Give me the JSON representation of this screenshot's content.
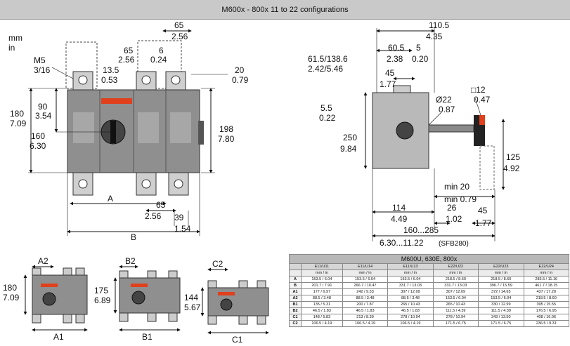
{
  "header": {
    "title": "M600x - 800x 11 to 22 configurations"
  },
  "units": {
    "mm": "mm",
    "in": "in"
  },
  "front_view": {
    "m5": "M5",
    "m5_in": "3/16",
    "d65_top": "65",
    "d65_top_in": "2.56",
    "d65_mid": "65",
    "d65_mid_in": "2.56",
    "d6": "6",
    "d6_in": "0.24",
    "d13": "13.5",
    "d13_in": "0.53",
    "d20": "20",
    "d20_in": "0.79",
    "d180": "180",
    "d180_in": "7.09",
    "d90": "90",
    "d90_in": "3.54",
    "d160": "160",
    "d160_in": "6.30",
    "d198": "198",
    "d198_in": "7.80",
    "a": "A",
    "d65_bot": "65",
    "d65_bot_in": "2.56",
    "d39": "39",
    "d39_in": "1.54",
    "b": "B"
  },
  "side_view": {
    "d110": "110.5",
    "d110_in": "4.35",
    "d61": "61.5/138.6",
    "d61_in": "2.42/5.46",
    "d60": "60.5",
    "d60_in": "2.38",
    "d5": "5",
    "d5_in": "0.20",
    "d45": "45",
    "d45_in": "1.77",
    "d55": "5.5",
    "d55_in": "0.22",
    "d22": "Ø22",
    "d22_in": "0.87",
    "d12": "□12",
    "d12_in": "0.47",
    "d250": "250",
    "d250_in": "9.84",
    "d125": "125",
    "d125_in": "4.92",
    "dmin20": "min 20",
    "dmin20_in": "min 0.79",
    "d114": "114",
    "d114_in": "4.49",
    "d26": "26",
    "d26_in": "1.02",
    "d45b": "45",
    "d45b_in": "1.77",
    "d160": "160...285",
    "d160_in": "6.30...11.22",
    "sfb": "(SFB280)"
  },
  "configs": {
    "a2": "A2",
    "a180": "180",
    "a180_in": "7.09",
    "a1": "A1",
    "b2": "B2",
    "b175": "175",
    "b175_in": "6.89",
    "b1": "B1",
    "c2": "C2",
    "c144": "144",
    "c144_in": "5.67",
    "c1": "C1"
  },
  "table": {
    "caption": "M600U, 630E, 800x",
    "columns": [
      "E11/U11",
      "E11/U14",
      "E11/U13",
      "E22/U22",
      "E22/U23",
      "E22/U24"
    ],
    "unit": "mm / in",
    "rows": [
      {
        "label": "A",
        "values": [
          "153.5 / 6.04",
          "153.5 / 6.04",
          "153.5 / 6.04",
          "218.5 / 8.60",
          "218.5 / 8.60",
          "283.5 / 11.16"
        ]
      },
      {
        "label": "B",
        "values": [
          "201.7 / 7.91",
          "266.7 / 10.47",
          "331.7 / 13.03",
          "331.7 / 13.03",
          "396.7 / 15.59",
          "461.7 / 18.15"
        ]
      },
      {
        "label": "A1",
        "values": [
          "177 / 6.97",
          "242 / 9.53",
          "307 / 12.09",
          "307 / 12.09",
          "372 / 14.65",
          "437 / 17.20"
        ]
      },
      {
        "label": "A2",
        "values": [
          "88.5 / 3.48",
          "88.5 / 3.48",
          "88.5 / 3.48",
          "153.5 / 6.04",
          "153.5 / 6.04",
          "218.5 / 8.60"
        ]
      },
      {
        "label": "B1",
        "values": [
          "135 / 5.31",
          "200 / 7.87",
          "265 / 10.43",
          "265 / 10.43",
          "330 / 12.99",
          "395 / 15.55"
        ]
      },
      {
        "label": "B2",
        "values": [
          "46.5 / 1.83",
          "46.5 / 1.83",
          "46.5 / 1.83",
          "111.5 / 4.39",
          "111.5 / 4.39",
          "176.5 / 6.95"
        ]
      },
      {
        "label": "C1",
        "values": [
          "148 / 5.83",
          "213 / 8.39",
          "278 / 10.94",
          "278 / 10.94",
          "343 / 13.50",
          "408 / 16.06"
        ]
      },
      {
        "label": "C2",
        "values": [
          "106.5 / 4.19",
          "106.5 / 4.19",
          "106.5 / 4.19",
          "171.5 / 6.75",
          "171.5 / 6.75",
          "236.5 / 9.31"
        ]
      }
    ]
  },
  "colors": {
    "body": "#8f8f8f",
    "body_dark": "#6e6e6e",
    "handle": "#222222",
    "accent": "#e0401c",
    "table_header": "#b8b8b8"
  }
}
